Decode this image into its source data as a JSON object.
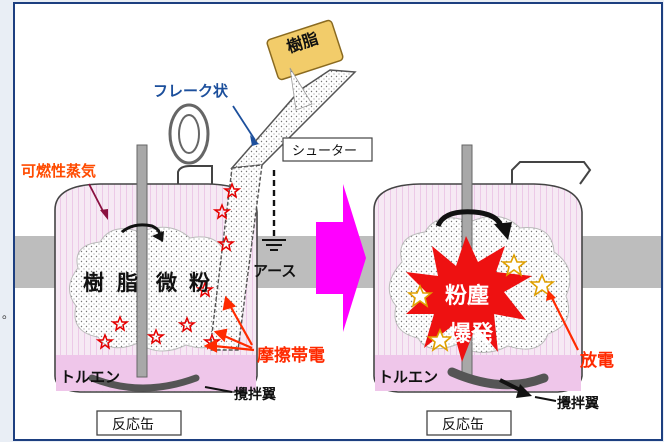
{
  "labels": {
    "resin": "樹脂",
    "flake": "フレーク状",
    "chute": "シューター",
    "flammable_vapor": "可燃性蒸気",
    "earth": "アース",
    "resin_fine": [
      "樹",
      "脂",
      "微",
      "粉"
    ],
    "friction": "摩擦帯電",
    "toluene_left": "トルエン",
    "toluene_right": "トルエン",
    "agitator_left": "攪拌翼",
    "agitator_right": "攪拌翼",
    "reactor_left": "反応缶",
    "reactor_right": "反応缶",
    "dust_explosion_1": "粉塵",
    "dust_explosion_2": "爆発",
    "discharge": "放電",
    "side_mark": "。"
  },
  "colors": {
    "frame_border": "#1d3f80",
    "background": "#ffffff",
    "page_bg": "#e9eef5",
    "floor": "#bdbdbd",
    "tank_fill": "#f6e9f4",
    "liquid": "#efc6ea",
    "arrow_magenta": "#ff00ff",
    "label_red": "#ff2a00",
    "star_red": "#e60000",
    "explosion": "#ee1111",
    "resin_bag": "#f2cc6a",
    "text_orange": "#ff4b00",
    "flake_blue": "#1c4f9c"
  }
}
